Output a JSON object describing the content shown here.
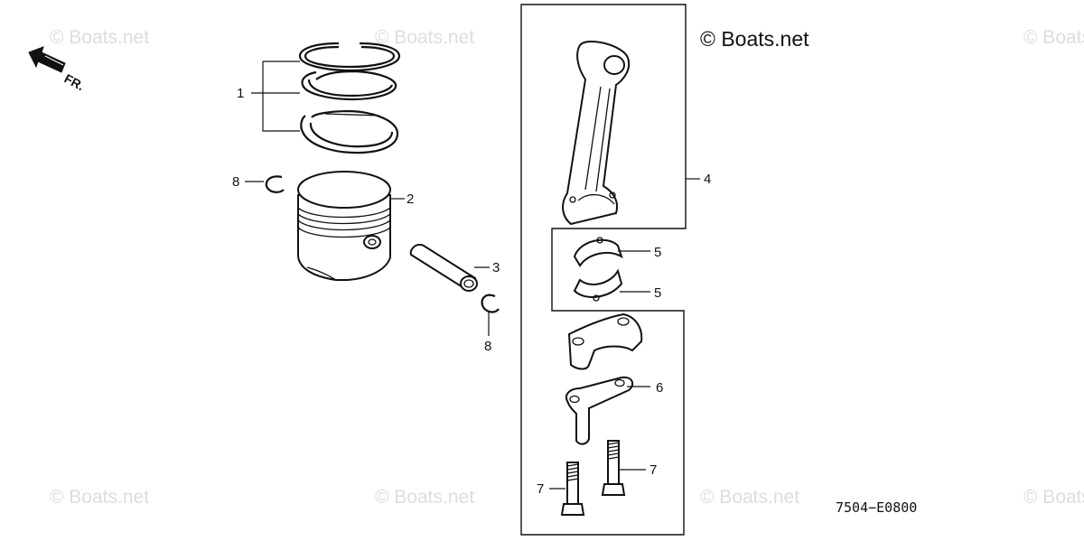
{
  "copyright": "© Boats.net",
  "watermark": "© Boats.net",
  "front_label": "FR.",
  "diagram_code": "7504−E0800",
  "callouts": {
    "piston_rings": "1",
    "piston": "2",
    "piston_pin": "3",
    "connecting_rod": "4",
    "bearing_upper": "5",
    "bearing_lower": "5",
    "oil_dipper": "6",
    "bolt_right": "7",
    "bolt_left": "7",
    "clip_left": "8",
    "clip_right": "8"
  },
  "colors": {
    "line": "#111111",
    "watermark": "#dddddd",
    "background": "#ffffff"
  }
}
